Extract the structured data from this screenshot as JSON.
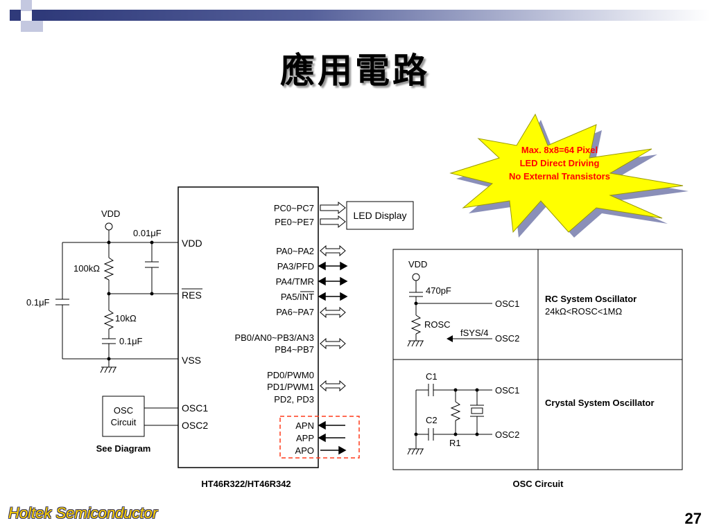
{
  "slide": {
    "title": "應用電路",
    "brand": "Holtek Semiconductor",
    "page_number": "27"
  },
  "callout": {
    "line1": "Max. 8x8=64 Pixel",
    "line2": "LED Direct Driving",
    "line3": "No External Transistors"
  },
  "left_circuit": {
    "vdd_symbol": "VDD",
    "cap_top": "0.01μF",
    "resistor_top": "100kΩ",
    "cap_left": "0.1μF",
    "resistor_bottom": "10kΩ",
    "cap_bottom": "0.1μF",
    "osc_box_line1": "OSC",
    "osc_box_line2": "Circuit",
    "see_diagram": "See Diagram"
  },
  "chip": {
    "name": "HT46R322/HT46R342",
    "left_pins": [
      "VDD",
      "RES",
      "VSS",
      "OSC1",
      "OSC2"
    ],
    "right_pins": [
      "PC0~PC7",
      "PE0~PE7",
      "PA0~PA2",
      "PA3/PFD",
      "PA4/TMR",
      "PA5/INT",
      "PA6~PA7",
      "PB0/AN0~PB3/AN3",
      "PB4~PB7",
      "PD0/PWM0",
      "PD1/PWM1",
      "PD2, PD3",
      "APN",
      "APP",
      "APO"
    ],
    "led_display": "LED Display"
  },
  "osc_circuit": {
    "caption": "OSC Circuit",
    "rc": {
      "vdd": "VDD",
      "cap": "470pF",
      "resistor": "ROSC",
      "osc1": "OSC1",
      "osc2": "OSC2",
      "fsys": "fSYS/4",
      "title": "RC System Oscillator",
      "range": "24kΩ<ROSC<1MΩ"
    },
    "crystal": {
      "c1": "C1",
      "c2": "C2",
      "r1": "R1",
      "osc1": "OSC1",
      "osc2": "OSC2",
      "title": "Crystal System Oscillator"
    }
  },
  "colors": {
    "title_bar": "#2f3a7a",
    "callout_fill": "#ffff00",
    "callout_text": "#ff0000",
    "brand": "#ffd200",
    "dashed_box": "#ff3a1a"
  }
}
